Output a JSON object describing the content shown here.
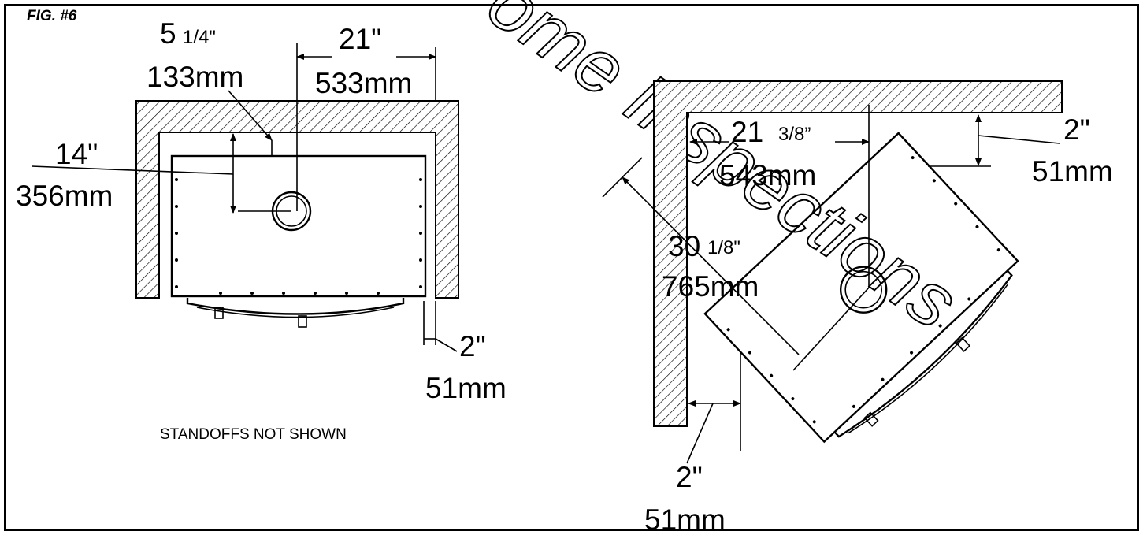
{
  "figure_label": "FIG. #6",
  "watermark": "ome Inspections",
  "note": "STANDOFFS NOT SHOWN",
  "left": {
    "flue_offset_in": "5",
    "flue_offset_frac": "1/4\"",
    "flue_offset_mm": "133mm",
    "width_in": "21\"",
    "width_mm": "533mm",
    "depth_in": "14\"",
    "depth_mm": "356mm",
    "side_clear_in": "2\"",
    "side_clear_mm": "51mm"
  },
  "right": {
    "wall_to_flue_in": "21",
    "wall_to_flue_frac": "3/8”",
    "wall_to_flue_mm": "543mm",
    "back_clear_in": "2\"",
    "back_clear_mm": "51mm",
    "diag_in": "30",
    "diag_frac": "1/8\"",
    "diag_mm": "765mm",
    "side_clear_in": "2\"",
    "side_clear_mm": "51mm"
  }
}
